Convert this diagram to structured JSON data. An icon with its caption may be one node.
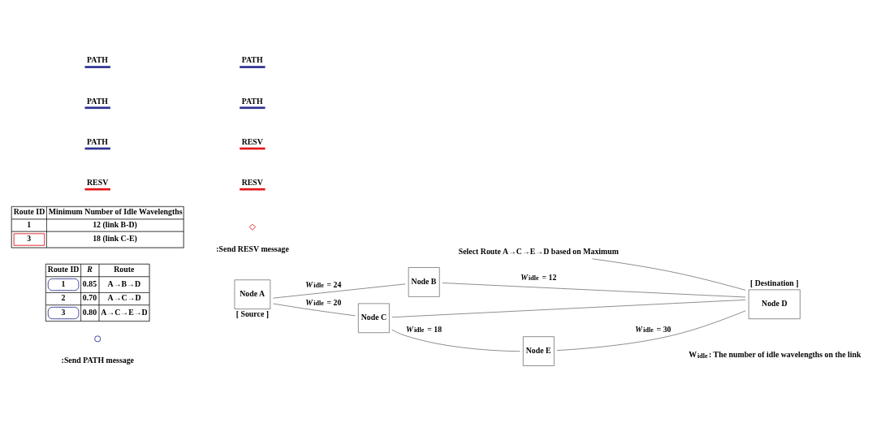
{
  "diagram": {
    "nodes": [
      {
        "text": [
          "Node A"
        ],
        "beside": [
          "[ Source ]"
        ]
      },
      {
        "text": [
          "Node B"
        ]
      },
      {
        "text": [
          "Node C"
        ]
      },
      {
        "text": [
          "Node D"
        ],
        "beside": [
          "[ Destination ]"
        ]
      },
      {
        "text": [
          "Node E"
        ]
      },
      {
        "text": [
          "Select Route A→C→E→D based on Maximum"
        ]
      }
    ],
    "edges": [
      {
        "from": 0,
        "to": 1,
        "arrow": "none",
        "label": "*W*$_{idle}$ = 24"
      },
      {
        "from": 0,
        "to": 2,
        "arrow": "none",
        "label": "*W*$_{idle}$ = 20"
      },
      {
        "from": 1,
        "to": 3,
        "arrow": "none",
        "label": "*W*$_{idle}$ = 12"
      },
      {
        "from": 2,
        "to": 3,
        "arrow": "none"
      },
      {
        "from": 2,
        "to": 4,
        "arrow": "none",
        "label": "*W*$_{idle}$ = 18"
      },
      {
        "from": 4,
        "to": 3,
        "arrow": "none",
        "label": "*W*$_{idle}$ = 30"
      },
      {
        "from": 5,
        "to": 3,
        "arrow": "none"
      }
    ],
    "labels": [
      "Route ID",
      "*R*",
      "Route",
      "1",
      "0.85",
      "A→B→D",
      "2",
      "0.70",
      "A→C→D",
      "3",
      "0.80",
      "A→C→E→D",
      "Route ID",
      "Minimum Number of Idle Wavelengths",
      "1",
      "12 (link B-D)",
      "3",
      "18 (link C-E)",
      "PATH",
      "PATH",
      "PATH",
      "RESV",
      "PATH",
      "PATH",
      "RESV",
      "RESV",
      "W$_{idle}$: The number of idle wavelengths on the link"
    ],
    "legend": [
      {
        "text": ":Send PATH message"
      },
      {
        "text": ":Send RESV message"
      }
    ]
  }
}
